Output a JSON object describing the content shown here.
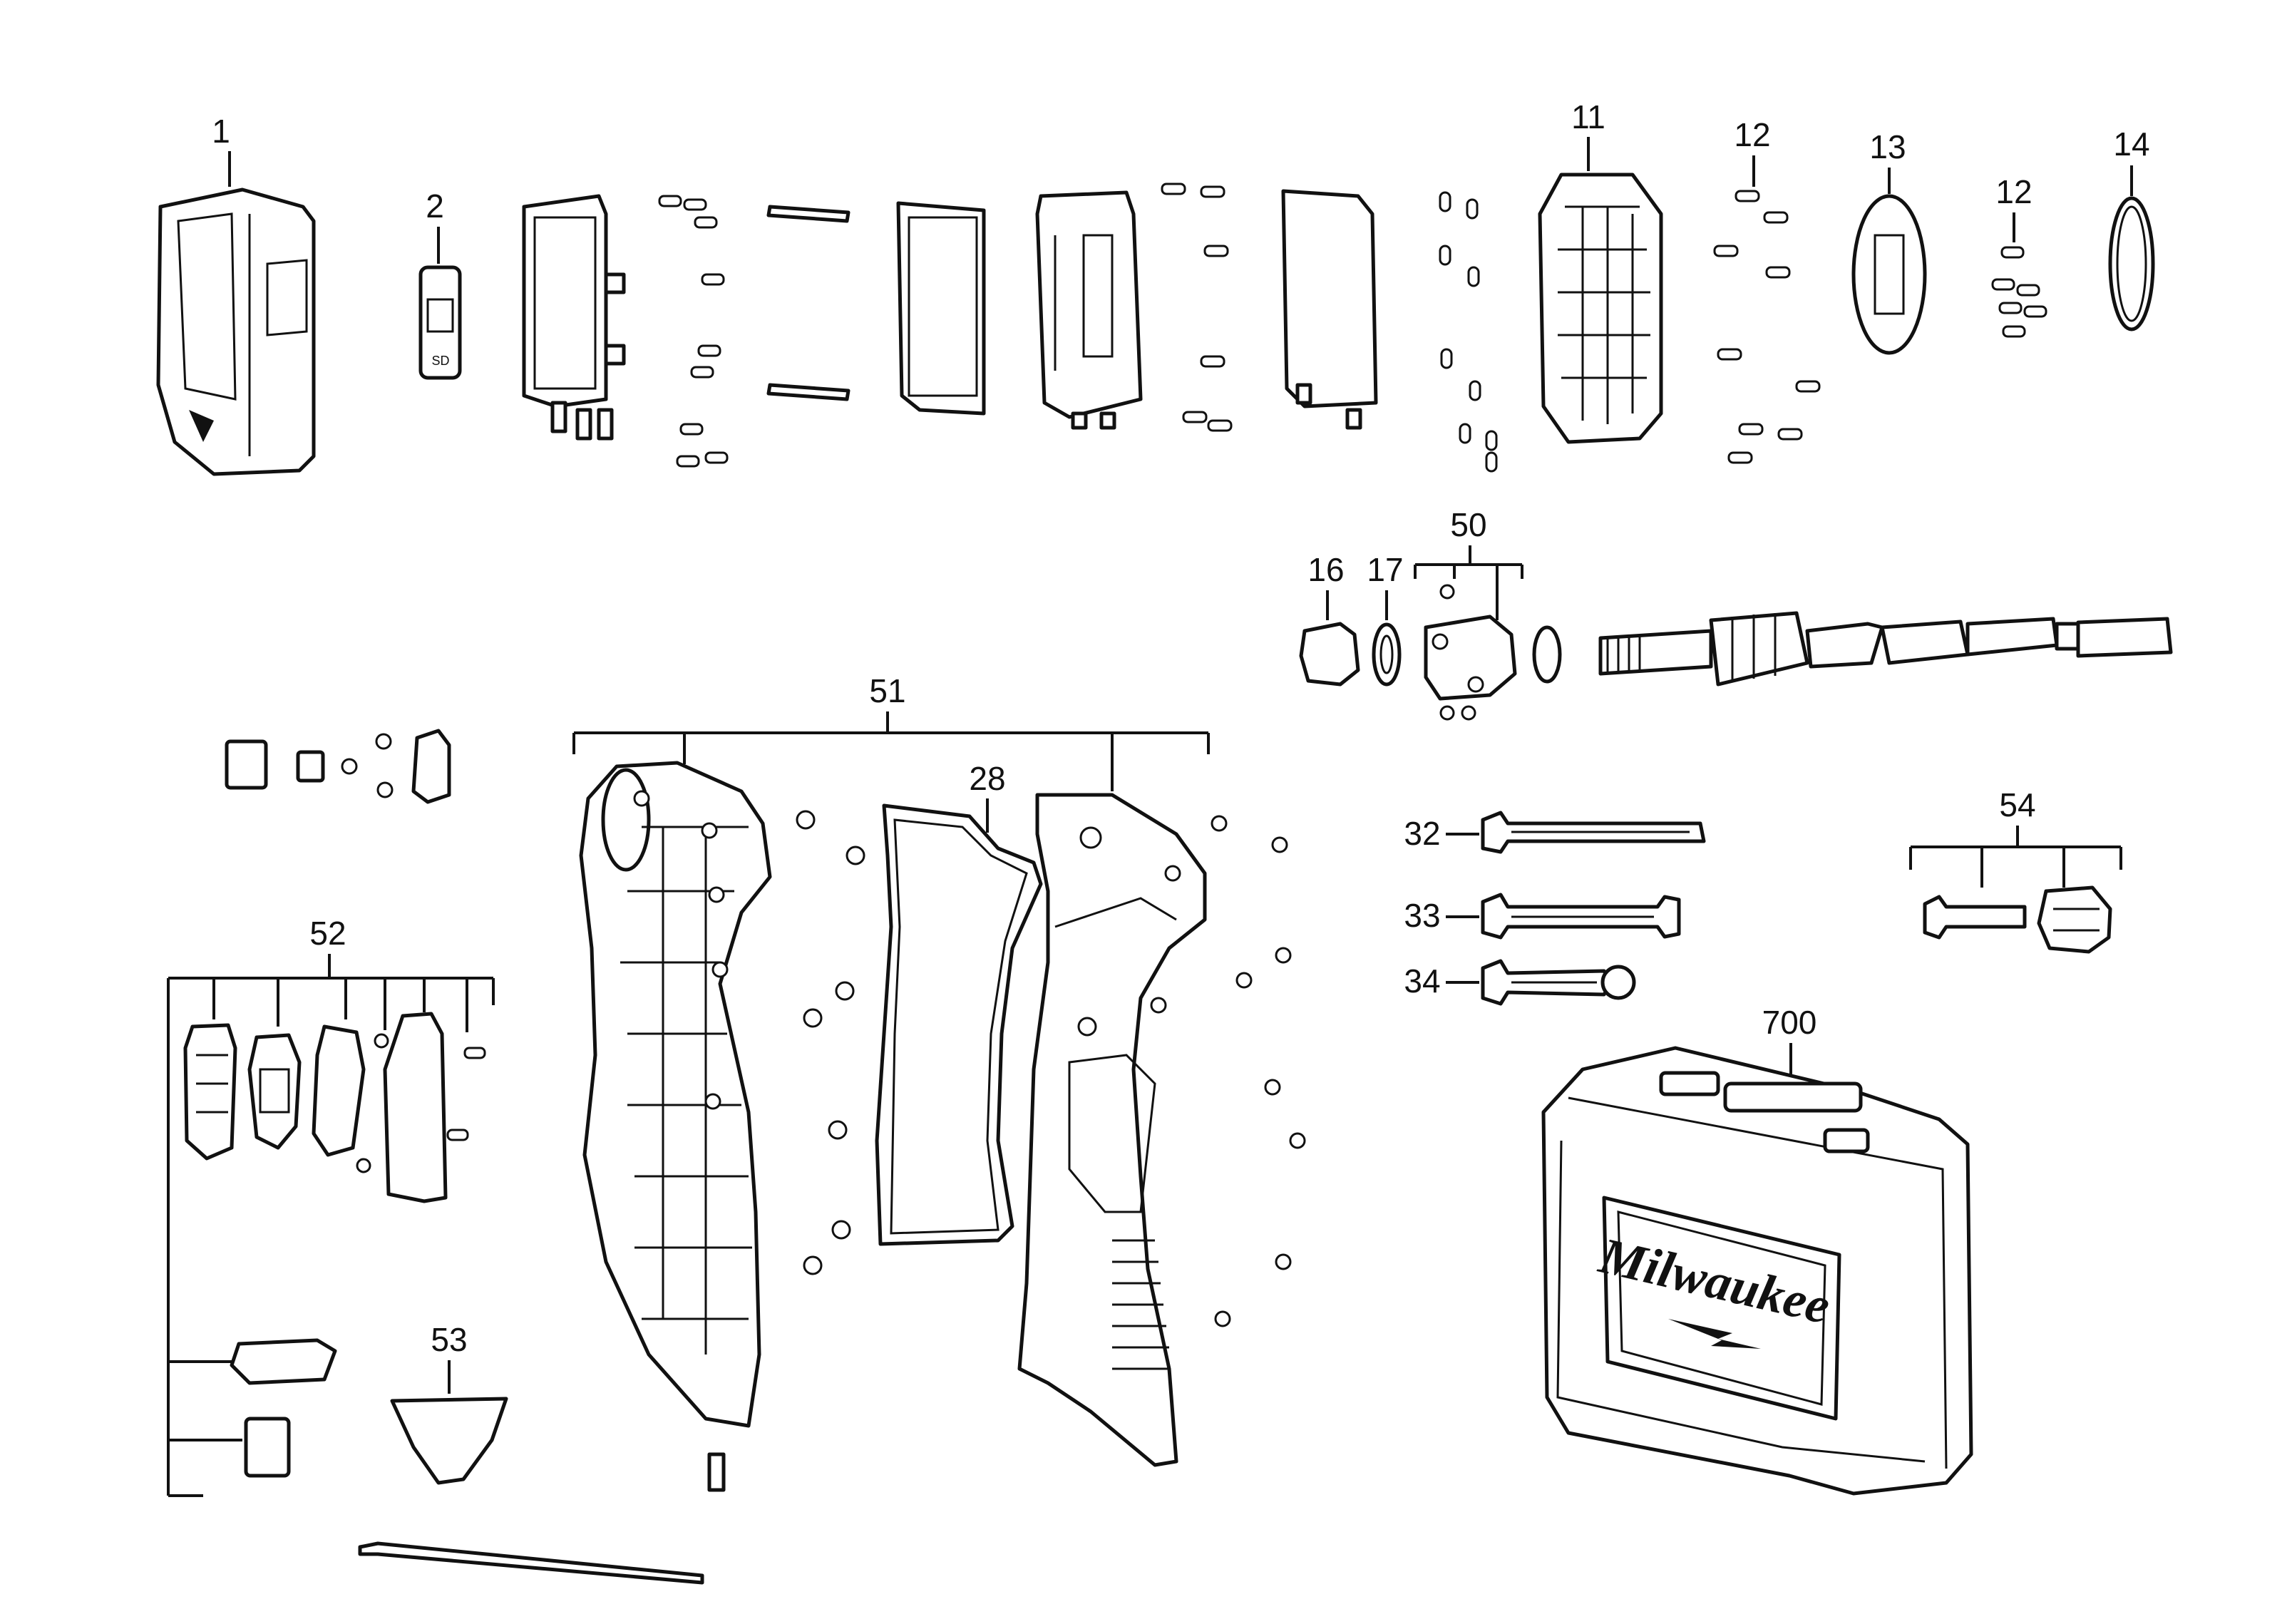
{
  "diagram": {
    "labels": {
      "p1": "1",
      "p2": "2",
      "p11": "11",
      "p12a": "12",
      "p12b": "12",
      "p13": "13",
      "p14": "14",
      "p16": "16",
      "p17": "17",
      "p50": "50",
      "p51": "51",
      "p28": "28",
      "p32": "32",
      "p33": "33",
      "p34": "34",
      "p54": "54",
      "p52": "52",
      "p53": "53",
      "p700": "700"
    },
    "sd_text": "SD",
    "brand_logo": "Milwaukee"
  }
}
